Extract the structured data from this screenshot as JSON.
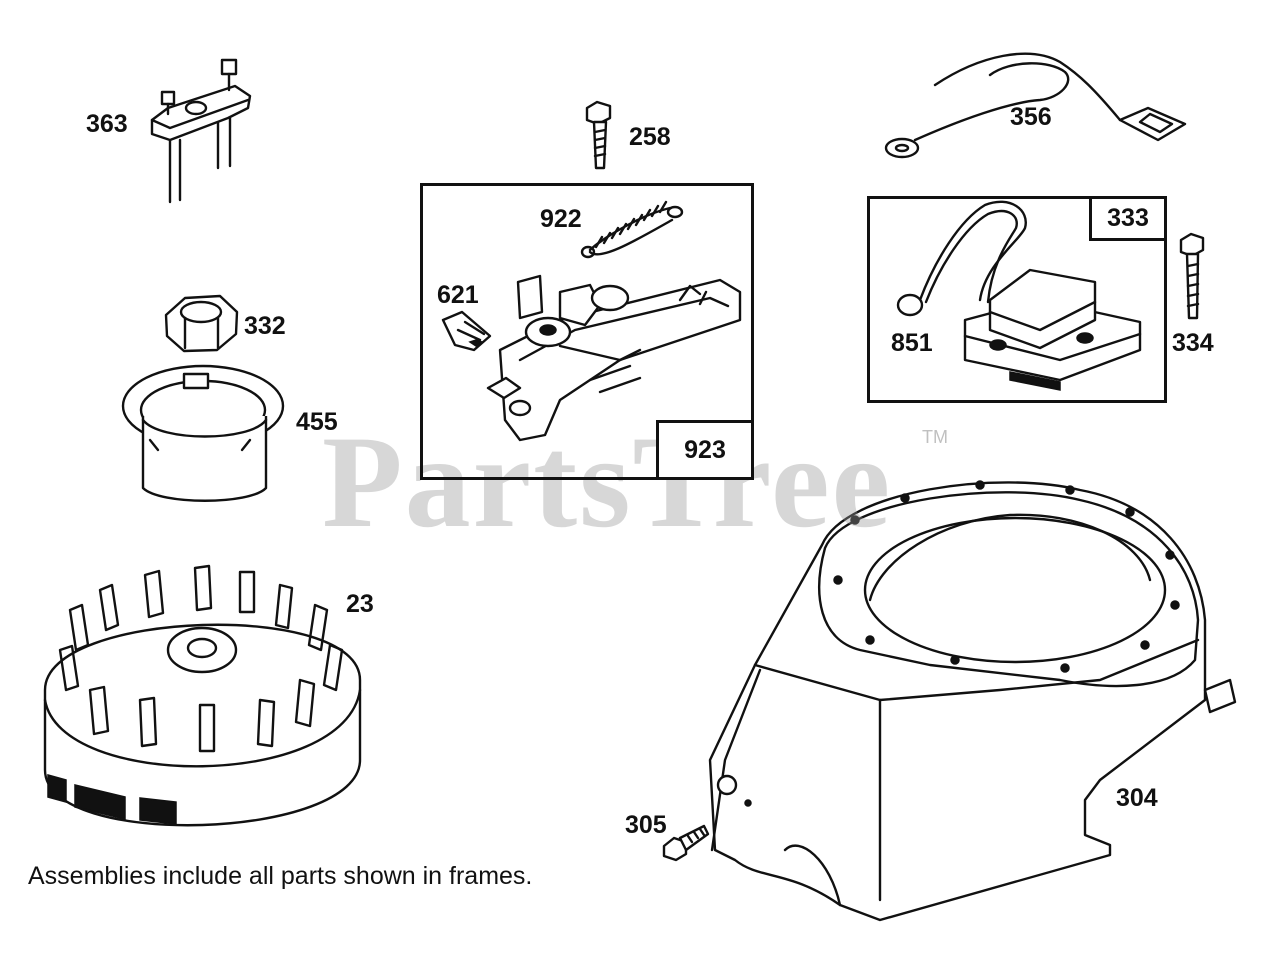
{
  "labels": {
    "p363": "363",
    "p258": "258",
    "p356": "356",
    "p922": "922",
    "p621": "621",
    "p332": "332",
    "p455": "455",
    "p851": "851",
    "p334": "334",
    "p23": "23",
    "p305": "305",
    "p304": "304"
  },
  "frames": {
    "governor_assembly": "923",
    "armature_assembly": "333"
  },
  "note": "Assemblies include all parts shown in frames.",
  "watermark": {
    "text": "PartsTree",
    "trademark": "TM"
  }
}
